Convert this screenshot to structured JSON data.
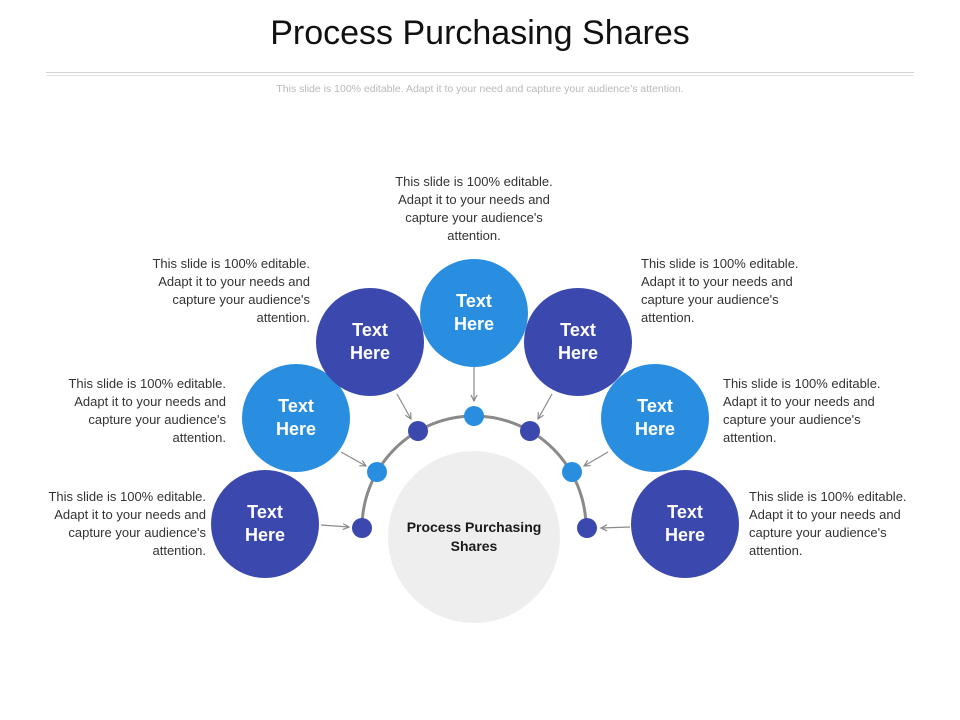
{
  "title": "Process Purchasing Shares",
  "subtitle": "This slide is 100% editable. Adapt it to your need and capture your audience’s attention.",
  "center_label": "Process Purchasing Shares",
  "colors": {
    "dark_blue": "#3b48ad",
    "light_blue": "#2a8ee0",
    "center_fill": "#eeeeee",
    "connector": "#8a8a8a"
  },
  "nodes": [
    {
      "label": "Text Here",
      "color": "dark_blue",
      "description": "This slide is 100% editable. Adapt it to your needs and capture your audience's attention."
    },
    {
      "label": "Text Here",
      "color": "light_blue",
      "description": "This slide is 100% editable. Adapt it to your needs and capture your audience's attention."
    },
    {
      "label": "Text Here",
      "color": "dark_blue",
      "description": "This slide is 100% editable. Adapt it to your needs and capture your audience's attention."
    },
    {
      "label": "Text Here",
      "color": "light_blue",
      "description": "This slide is 100% editable. Adapt it to your needs and capture your audience's attention."
    },
    {
      "label": "Text Here",
      "color": "dark_blue",
      "description": "This slide is 100% editable. Adapt it to your needs and capture your audience's attention."
    },
    {
      "label": "Text Here",
      "color": "light_blue",
      "description": "This slide is 100% editable. Adapt it to your needs and capture your audience's attention."
    },
    {
      "label": "Text Here",
      "color": "dark_blue",
      "description": "This slide is 100% editable. Adapt it to your needs and capture your audience's attention."
    }
  ]
}
